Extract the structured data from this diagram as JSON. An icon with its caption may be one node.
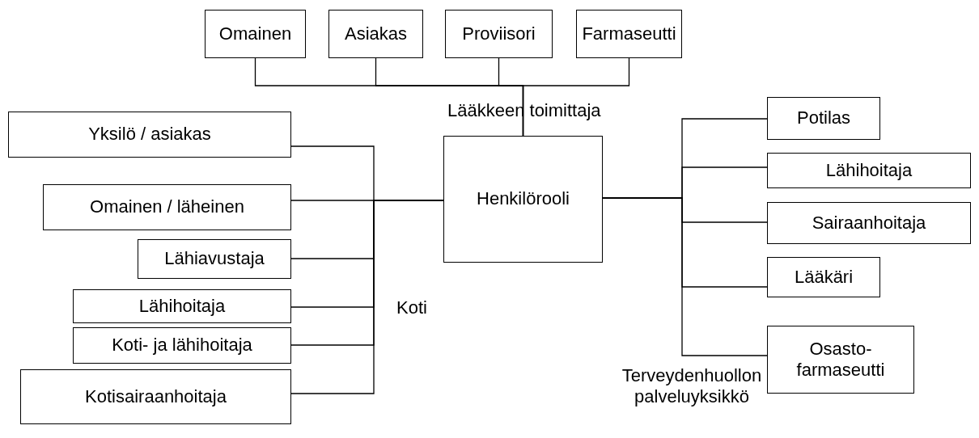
{
  "diagram": {
    "nodes": [
      {
        "text": [
          "Omainen"
        ]
      },
      {
        "text": [
          "Asiakas"
        ]
      },
      {
        "text": [
          "Proviisori"
        ]
      },
      {
        "text": [
          "Farmaseutti"
        ]
      },
      {
        "text": [
          "Henkilörooli"
        ]
      },
      {
        "text": [
          "Yksilö / asiakas"
        ]
      },
      {
        "text": [
          "Omainen / läheinen"
        ]
      },
      {
        "text": [
          "Lähiavustaja"
        ]
      },
      {
        "text": [
          "Lähihoitaja"
        ]
      },
      {
        "text": [
          "Koti- ja lähihoitaja"
        ]
      },
      {
        "text": [
          "Kotisairaanhoitaja"
        ]
      },
      {
        "text": [
          "Potilas"
        ]
      },
      {
        "text": [
          "Lähihoitaja"
        ]
      },
      {
        "text": [
          "Sairaanhoitaja"
        ]
      },
      {
        "text": [
          "Lääkäri"
        ]
      },
      {
        "text": [
          "Osasto-farmaseutti"
        ]
      }
    ],
    "edges": [
      {
        "from": 0,
        "to": 4,
        "arrow": "none"
      },
      {
        "from": 1,
        "to": 4,
        "arrow": "none"
      },
      {
        "from": 2,
        "to": 4,
        "arrow": "none"
      },
      {
        "from": 3,
        "to": 4,
        "arrow": "none"
      },
      {
        "from": 5,
        "to": 4,
        "arrow": "none"
      },
      {
        "from": 6,
        "to": 4,
        "arrow": "none"
      },
      {
        "from": 7,
        "to": 4,
        "arrow": "none"
      },
      {
        "from": 8,
        "to": 4,
        "arrow": "none"
      },
      {
        "from": 9,
        "to": 4,
        "arrow": "none"
      },
      {
        "from": 10,
        "to": 4,
        "arrow": "none"
      },
      {
        "from": 4,
        "to": 11,
        "arrow": "none"
      },
      {
        "from": 4,
        "to": 12,
        "arrow": "none"
      },
      {
        "from": 4,
        "to": 13,
        "arrow": "none"
      },
      {
        "from": 4,
        "to": 14,
        "arrow": "none"
      },
      {
        "from": 4,
        "to": 15,
        "arrow": "none"
      }
    ],
    "labels": [
      "Lääkkeen toimittaja",
      "Koti",
      "Terveydenhuollon palveluyksikkö"
    ]
  }
}
